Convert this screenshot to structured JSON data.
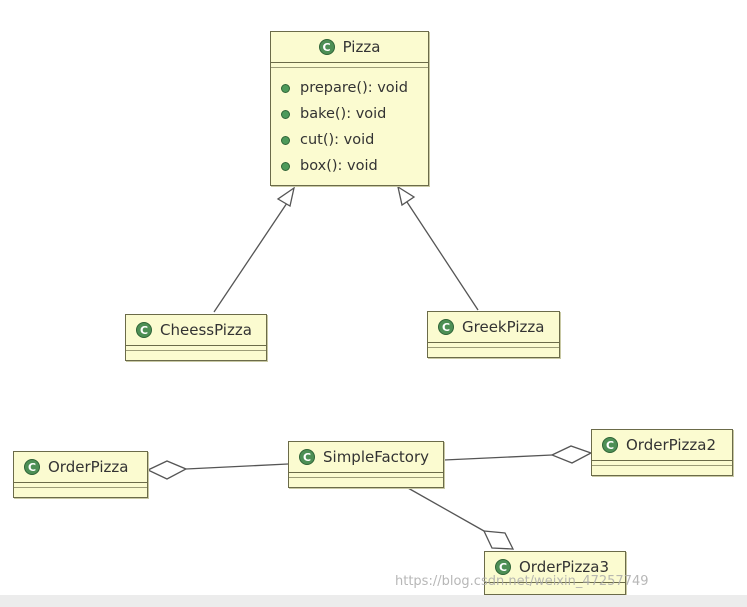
{
  "classes": {
    "pizza": {
      "name": "Pizza",
      "icon": "class-icon",
      "icon_letter": "C",
      "operations": [
        "prepare(): void",
        "bake(): void",
        "cut(): void",
        "box(): void"
      ]
    },
    "cheess_pizza": {
      "name": "CheessPizza",
      "icon": "class-icon",
      "icon_letter": "C"
    },
    "greek_pizza": {
      "name": "GreekPizza",
      "icon": "class-icon",
      "icon_letter": "C"
    },
    "order_pizza": {
      "name": "OrderPizza",
      "icon": "class-icon",
      "icon_letter": "C"
    },
    "simple_factory": {
      "name": "SimpleFactory",
      "icon": "class-icon",
      "icon_letter": "C"
    },
    "order_pizza2": {
      "name": "OrderPizza2",
      "icon": "class-icon",
      "icon_letter": "C"
    },
    "order_pizza3": {
      "name": "OrderPizza3",
      "icon": "class-icon",
      "icon_letter": "C"
    }
  },
  "relations": [
    {
      "type": "generalization",
      "from": "CheessPizza",
      "to": "Pizza"
    },
    {
      "type": "generalization",
      "from": "GreekPizza",
      "to": "Pizza"
    },
    {
      "type": "aggregation",
      "whole": "OrderPizza",
      "part": "SimpleFactory"
    },
    {
      "type": "aggregation",
      "whole": "OrderPizza2",
      "part": "SimpleFactory"
    },
    {
      "type": "aggregation",
      "whole": "OrderPizza3",
      "part": "SimpleFactory"
    }
  ],
  "watermark": "https://blog.csdn.net/weixin_47257749",
  "colors": {
    "class_fill": "#fbfbd0",
    "class_border": "#6b6b49",
    "icon_green": "#4d8f55",
    "line": "#555555"
  }
}
